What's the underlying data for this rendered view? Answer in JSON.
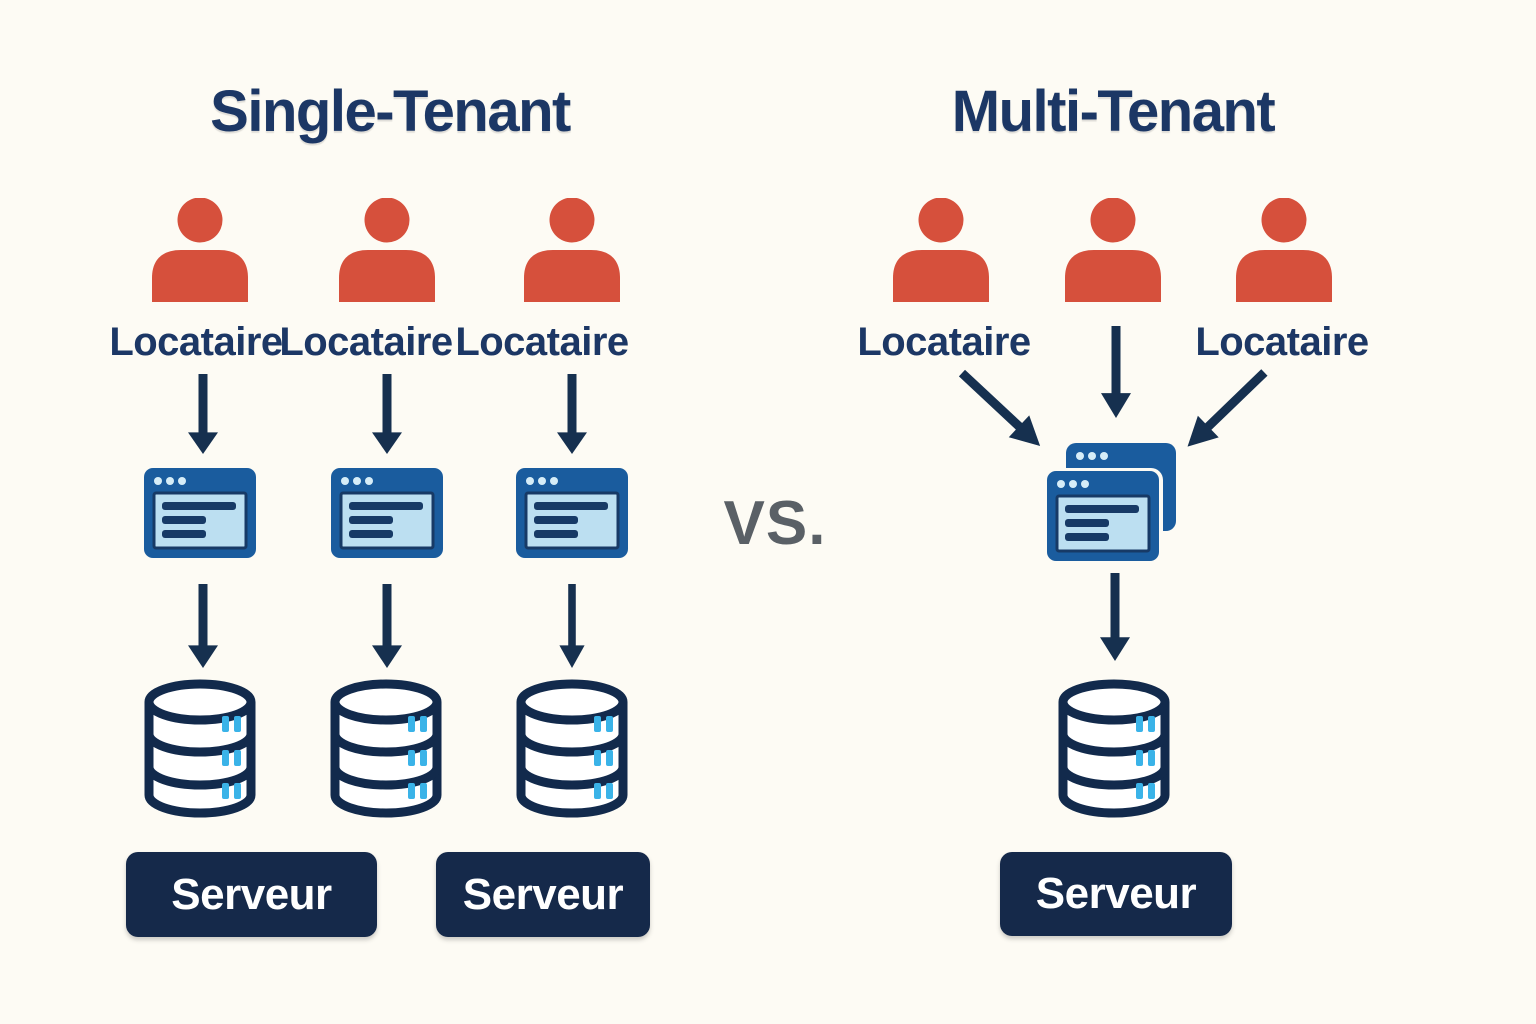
{
  "colors": {
    "bg": "#FDFBF4",
    "red": "#D6503C",
    "navy": "#1C3765",
    "arrow": "#16304F",
    "badge": "#15294A",
    "frame": "#1A5C9E",
    "screen": "#BCDFF1",
    "bar": "#173A66",
    "cyan": "#3AB3E8",
    "vsgray": "#5A6066",
    "white": "#FFFFFF",
    "dot": "#D6EDF8",
    "dbline": "#122A4C"
  },
  "single": {
    "title": "Single-Tenant",
    "tenants": [
      "Locataire",
      "Locataire",
      "Locataire"
    ],
    "servers": [
      "Serveur",
      "Serveur"
    ]
  },
  "center": {
    "vs_label": "VS."
  },
  "multi": {
    "title": "Multi-Tenant",
    "tenants": [
      "Locataire",
      "Locataire"
    ],
    "server": "Serveur"
  },
  "icons": {
    "tenant": "person-icon",
    "application": "app-window-icon",
    "shared_application": "app-window-stack-icon",
    "database": "database-icon",
    "flow": "arrow-down-icon"
  }
}
